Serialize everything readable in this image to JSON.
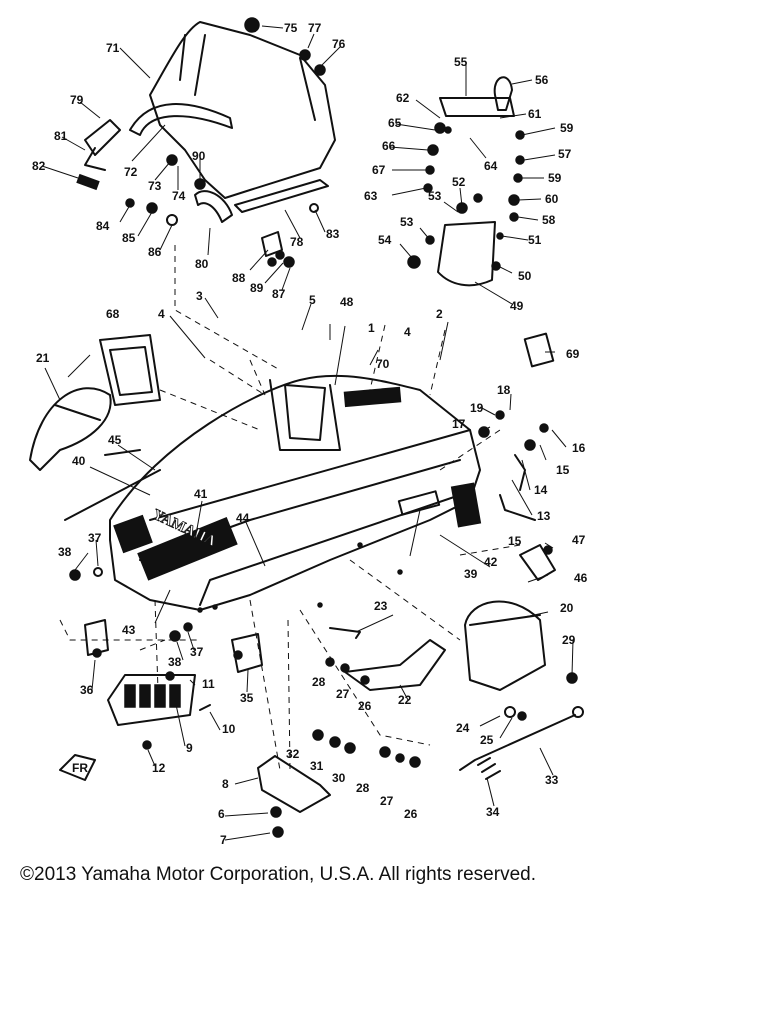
{
  "brand_marking": "YAMAHA",
  "fr_marking": "FR",
  "callouts": [
    "1",
    "2",
    "3",
    "4",
    "5",
    "6",
    "7",
    "8",
    "9",
    "10",
    "11",
    "12",
    "13",
    "14",
    "15",
    "16",
    "17",
    "18",
    "19",
    "20",
    "21",
    "22",
    "23",
    "24",
    "25",
    "26",
    "27",
    "28",
    "29",
    "30",
    "31",
    "32",
    "33",
    "34",
    "35",
    "36",
    "37",
    "38",
    "39",
    "40",
    "41",
    "42",
    "43",
    "44",
    "45",
    "46",
    "47",
    "48",
    "49",
    "50",
    "51",
    "52",
    "53",
    "54",
    "55",
    "56",
    "57",
    "58",
    "59",
    "60",
    "61",
    "62",
    "63",
    "64",
    "65",
    "66",
    "67",
    "68",
    "69",
    "70",
    "71",
    "72",
    "73",
    "74",
    "75",
    "76",
    "77",
    "78",
    "79",
    "80",
    "81",
    "82",
    "83",
    "84",
    "85",
    "86",
    "87",
    "88",
    "89",
    "90"
  ],
  "copyright": "©2013 Yamaha Motor Corporation, U.S.A. All rights reserved."
}
